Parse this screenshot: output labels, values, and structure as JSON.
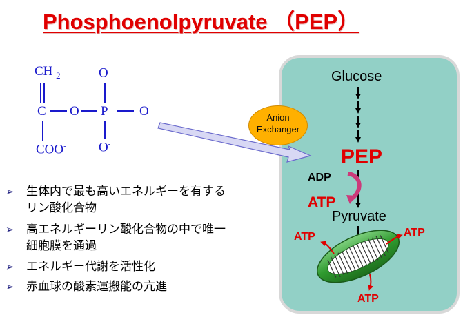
{
  "title": "Phosphoenolpyruvate （PEP）",
  "structure": {
    "ch2": "CH",
    "ch2_sub": "2",
    "c": "C",
    "o_left": "O",
    "p": "P",
    "o_right": "O",
    "o_top": "O",
    "o_top_charge": "-",
    "o_bottom": "O",
    "o_bottom_charge": "-",
    "coo": "COO",
    "coo_charge": "-"
  },
  "bullets": [
    {
      "lines": [
        "生体内で最も高いエネルギーを有する",
        "リン酸化合物"
      ]
    },
    {
      "lines": [
        "高エネルギーリン酸化合物の中で唯一",
        "細胞膜を通過"
      ]
    },
    {
      "lines": [
        "エネルギー代謝を活性化"
      ]
    },
    {
      "lines": [
        "赤血球の酸素運搬能の亢進"
      ]
    }
  ],
  "bullet_marker": "➢",
  "diagram": {
    "glucose": "Glucose",
    "anion_exchanger_line1": "Anion",
    "anion_exchanger_line2": "Exchanger",
    "pep": "PEP",
    "adp": "ADP",
    "atp_main": "ATP",
    "pyruvate": "Pyruvate",
    "atp_left": "ATP",
    "atp_right": "ATP",
    "atp_bottom": "ATP"
  },
  "colors": {
    "title": "#e00000",
    "chem": "#1a1acc",
    "cell": "#92d0c6",
    "pep": "#e00000",
    "atp": "#e00000",
    "ellipse": "#ffb000",
    "mitochondrion": "#3aa63a"
  }
}
